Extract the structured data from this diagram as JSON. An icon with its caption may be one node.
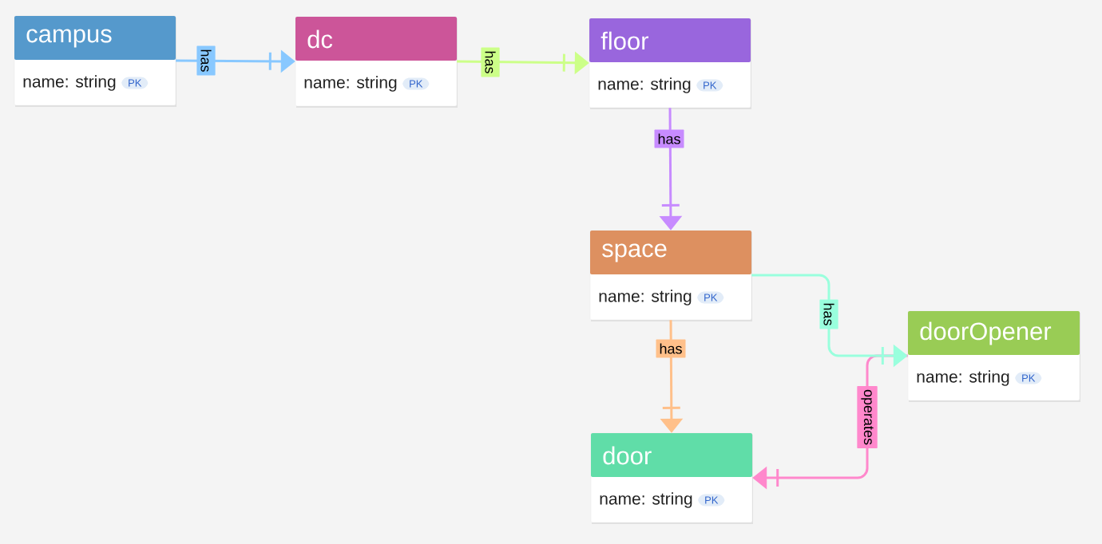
{
  "diagram": {
    "nodes": [
      {
        "text": [
          "campus",
          "name: string",
          "PK"
        ]
      },
      {
        "text": [
          "dc",
          "name: string",
          "PK"
        ]
      },
      {
        "text": [
          "floor",
          "name: string",
          "PK"
        ]
      },
      {
        "text": [
          "space",
          "name: string",
          "PK"
        ]
      },
      {
        "text": [
          "doorOpener",
          "name: string",
          "PK"
        ]
      },
      {
        "text": [
          "door",
          "name: string",
          "PK"
        ]
      }
    ],
    "edges": [
      {
        "from": 0,
        "to": 1,
        "arrow": "to",
        "label": "has",
        "color": "#88c8ff"
      },
      {
        "from": 1,
        "to": 2,
        "arrow": "to",
        "label": "has",
        "color": "#ccff88"
      },
      {
        "from": 2,
        "to": 3,
        "arrow": "to",
        "label": "has",
        "color": "#c78bff"
      },
      {
        "from": 3,
        "to": 5,
        "arrow": "to",
        "label": "has",
        "color": "#ffc08a"
      },
      {
        "from": 3,
        "to": 4,
        "arrow": "to",
        "label": "has",
        "color": "#99ffdd"
      },
      {
        "from": 4,
        "to": 5,
        "arrow": "to",
        "label": "operates",
        "color": "#ff88cc"
      }
    ]
  }
}
